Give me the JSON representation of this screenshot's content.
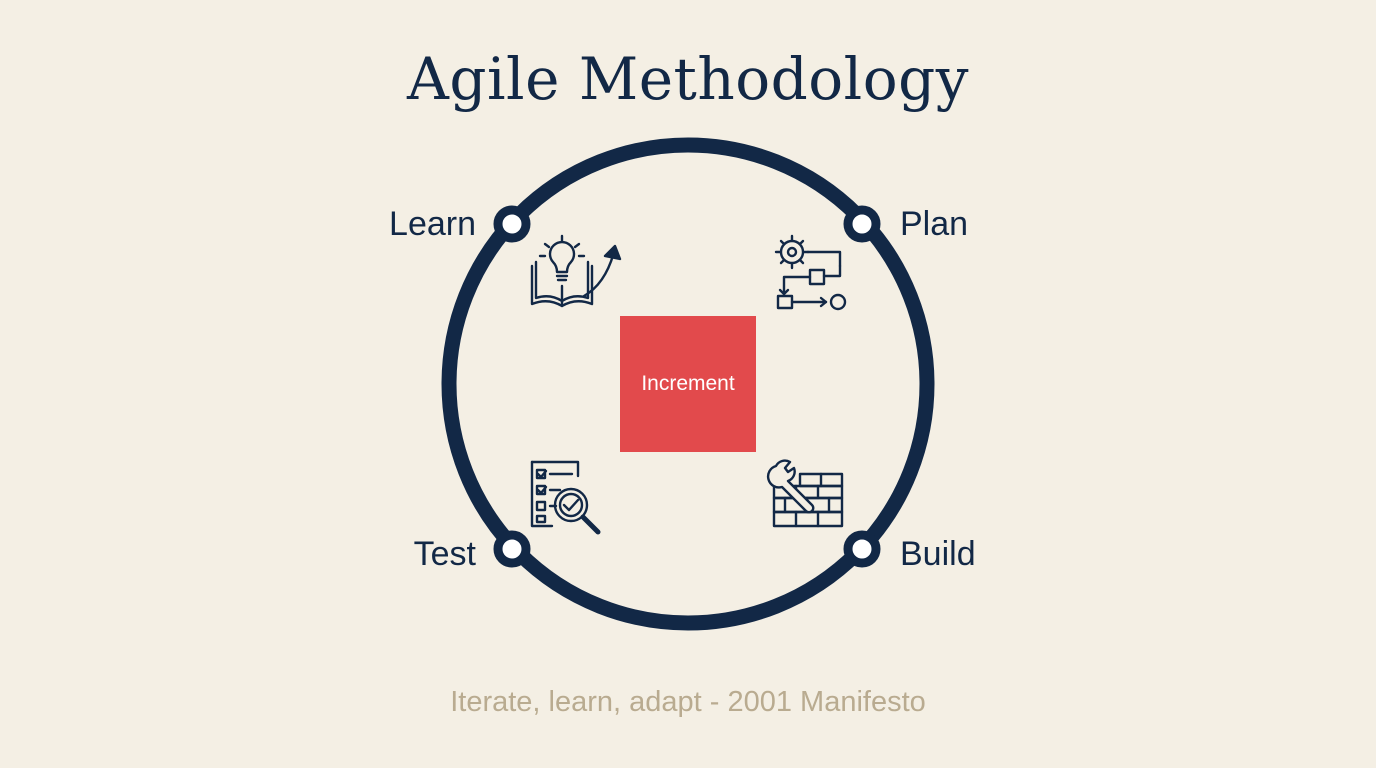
{
  "title": "Agile Methodology",
  "center_label": "Increment",
  "caption": "Iterate, learn, adapt - 2001 Manifesto",
  "stages": [
    {
      "label": "Learn",
      "icon": "lightbulb-book-icon"
    },
    {
      "label": "Plan",
      "icon": "gear-flowchart-icon"
    },
    {
      "label": "Build",
      "icon": "wrench-bricks-icon"
    },
    {
      "label": "Test",
      "icon": "checklist-magnifier-icon"
    }
  ],
  "colors": {
    "background": "#f4efe4",
    "primary": "#122846",
    "accent": "#e24a4c",
    "caption": "#b9ab90"
  }
}
